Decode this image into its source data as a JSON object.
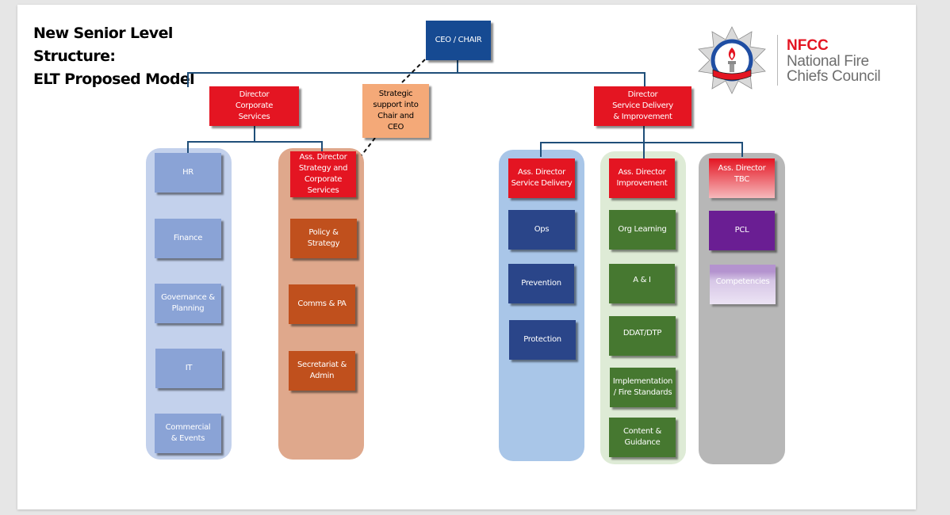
{
  "title": {
    "lines": [
      "New Senior Level",
      "Structure:",
      "ELT Proposed Model"
    ]
  },
  "logo": {
    "abbreviation": "NFCC",
    "name_line1": "National Fire",
    "name_line2": "Chiefs Council",
    "icon": "fire-service-star-badge-icon",
    "brand_color": "#e41522"
  },
  "colors": {
    "director_red": "#e41522",
    "ceo_navy": "#164a92",
    "connector": "#1f4e79",
    "corporate_column": "#c3d1ec",
    "strategy_column": "#dfa88c",
    "service_delivery_column": "#a9c6e8",
    "improvement_column": "#deebd6",
    "tbc_column": "#b7b7b7"
  },
  "ceo": {
    "label": "CEO / CHAIR"
  },
  "strategic_support": {
    "label": "Strategic\nsupport into\nChair and\nCEO"
  },
  "directors": {
    "corporate": {
      "label": "Director\nCorporate\nServices"
    },
    "service": {
      "label": "Director\nService Delivery\n& Improvement"
    }
  },
  "columns": {
    "corporate": {
      "head": null,
      "items": [
        "HR",
        "Finance",
        "Governance &\nPlanning",
        "IT",
        "Commercial\n& Events"
      ]
    },
    "strategy": {
      "head": "Ass. Director\nStrategy and\nCorporate\nServices",
      "items": [
        "Policy &\nStrategy",
        "Comms & PA",
        "Secretariat &\nAdmin"
      ]
    },
    "service_delivery": {
      "head": "Ass. Director\nService Delivery",
      "items": [
        "Ops",
        "Prevention",
        "Protection"
      ]
    },
    "improvement": {
      "head": "Ass. Director\nImprovement",
      "items": [
        "Org Learning",
        "A & I",
        "DDAT/DTP",
        "Implementation\n/ Fire  Standards",
        "Content &\nGuidance"
      ]
    },
    "tbc": {
      "head": "Ass. Director\nTBC",
      "items": [
        "PCL",
        "Competencies"
      ]
    }
  }
}
